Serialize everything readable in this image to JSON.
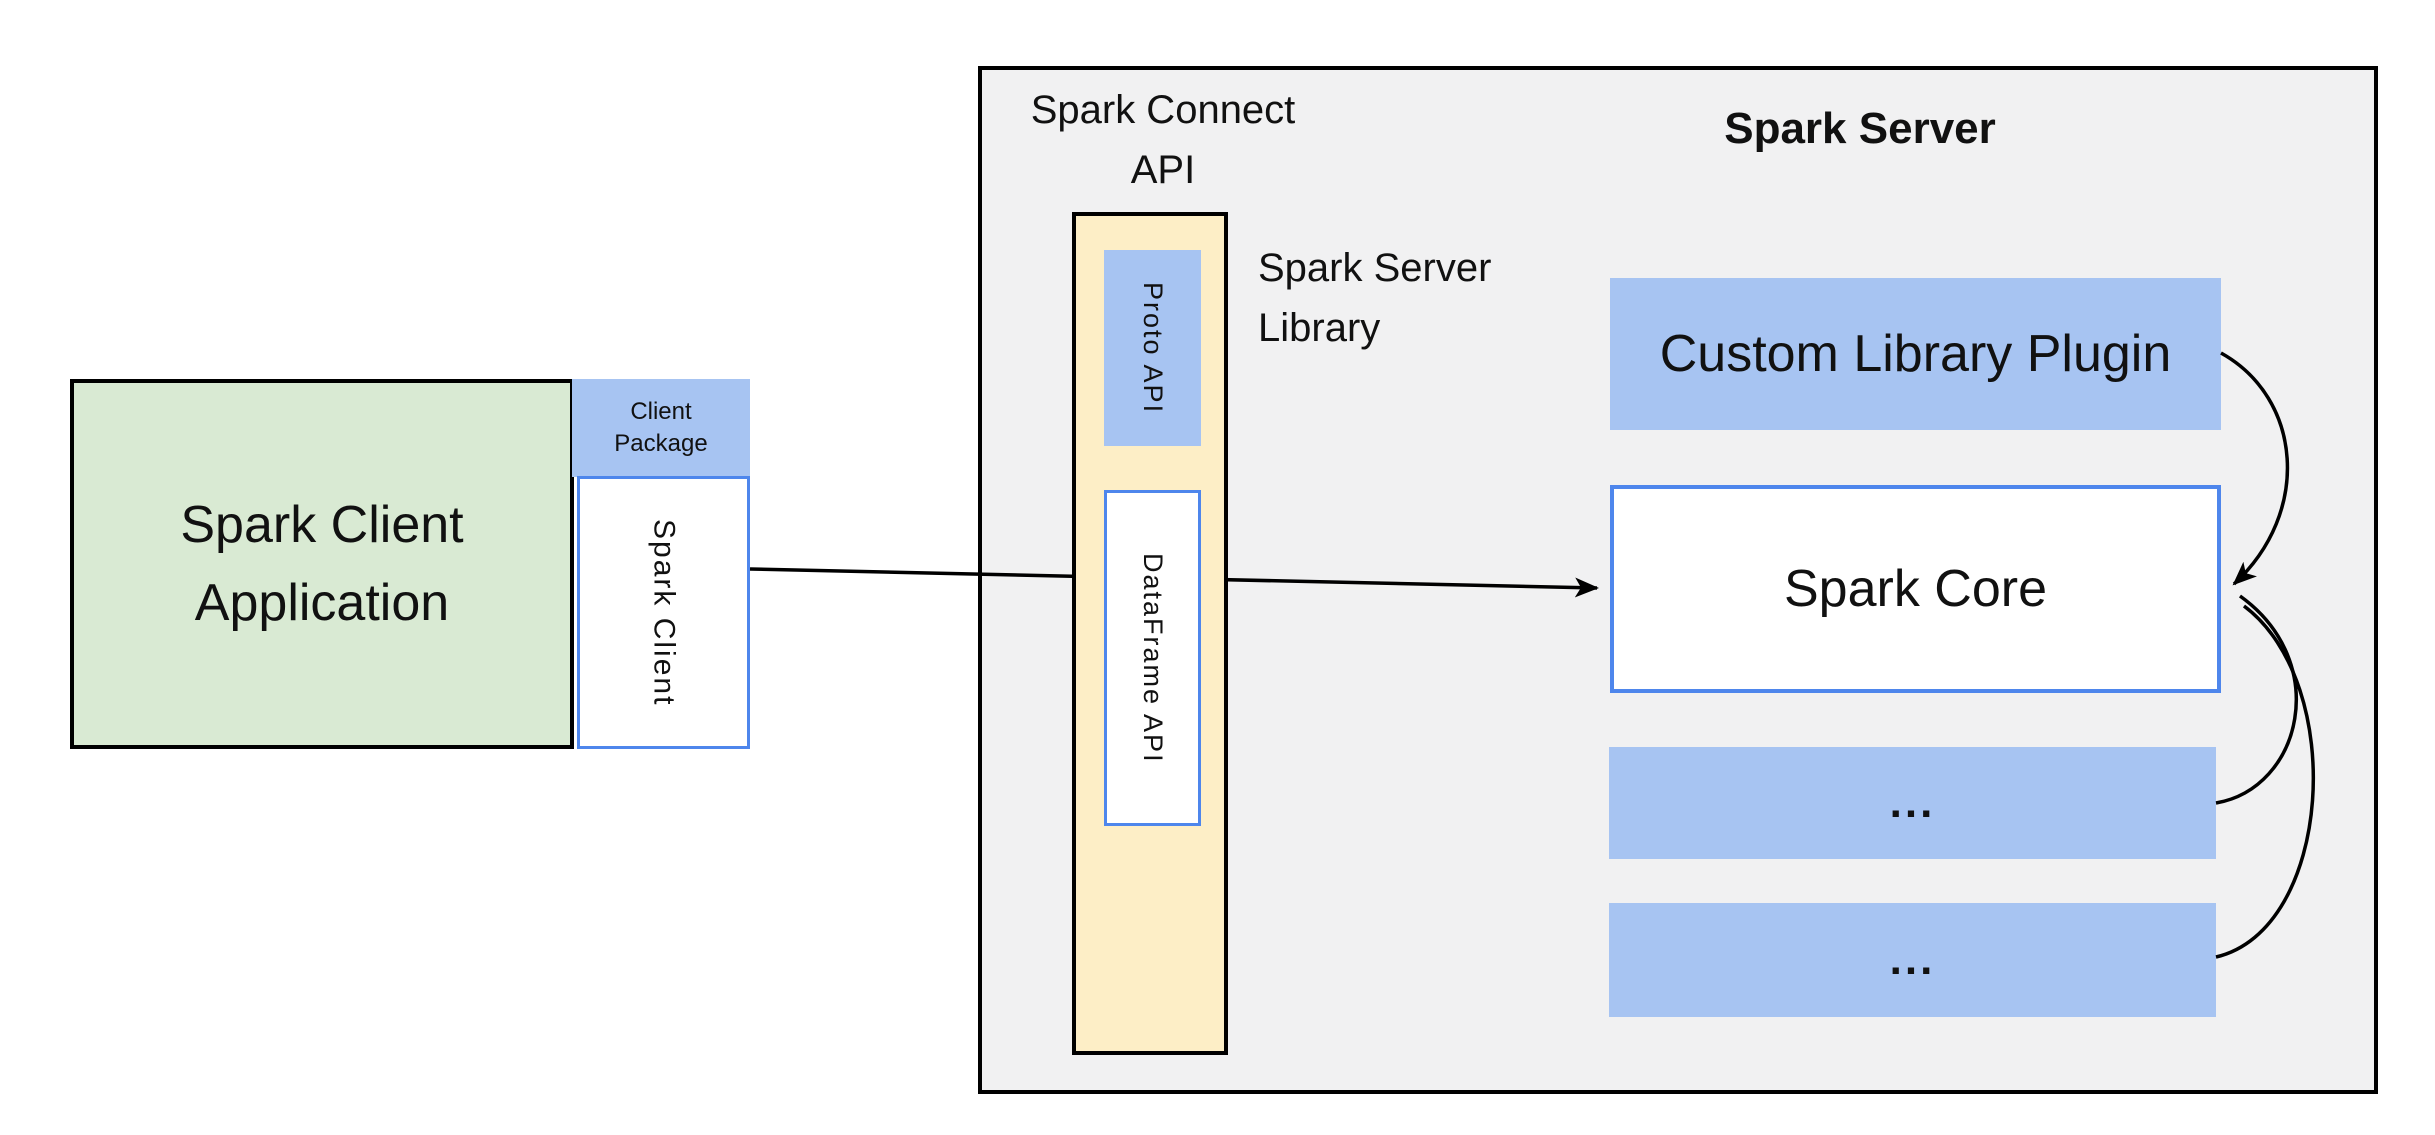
{
  "labels": {
    "client_app": "Spark Client Application",
    "client_package": "Client Package",
    "spark_client": "Spark Client",
    "spark_connect_api": "Spark Connect API",
    "spark_server_title": "Spark Server",
    "spark_server_library": "Spark Server Library",
    "proto_api": "Proto API",
    "dataframe_api": "DataFrame API",
    "custom_library_plugin": "Custom Library Plugin",
    "spark_core": "Spark Core",
    "ellipsis_box_1": "...",
    "ellipsis_box_2": "..."
  },
  "colors": {
    "green_fill": "#d9ead3",
    "blue_fill": "#a7c4f2",
    "yellow_fill": "#fdeec6",
    "gray_fill": "#f1f1f2",
    "blue_border": "#4e86ec",
    "line_color": "#000000",
    "text_color": "#111111"
  }
}
